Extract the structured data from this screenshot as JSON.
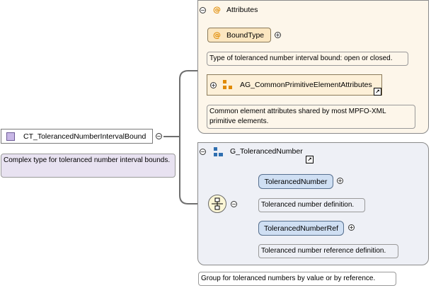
{
  "colors": {
    "complex_type": "#c8b7e6",
    "attribute_orange": "#e08a00",
    "group_blue": "#2f6fb0",
    "element_fill": "#cfdff3"
  },
  "complex_type": {
    "name": "CT_TolerancedNumberIntervalBound",
    "doc": "Complex type for toleranced number interval bounds."
  },
  "attributes": {
    "title": "Attributes",
    "bound_type": {
      "name": "BoundType",
      "doc": "Type of toleranced number interval bound: open or closed."
    },
    "attr_group": {
      "name": "AG_CommonPrimitiveElementAttributes",
      "doc": "Common element attributes shared by most MPFO-XML primitive elements."
    }
  },
  "group": {
    "name": "G_TolerancedNumber",
    "doc": "Group for toleranced numbers by value or by reference.",
    "elements": [
      {
        "name": "TolerancedNumber",
        "doc": "Toleranced number definition."
      },
      {
        "name": "TolerancedNumberRef",
        "doc": "Toleranced number reference definition."
      }
    ]
  },
  "icons": {
    "collapse": "minus-circle",
    "expand": "plus-circle",
    "attribute": "at-sign",
    "sequence": "sequence-compositor",
    "link": "arrow-link"
  }
}
